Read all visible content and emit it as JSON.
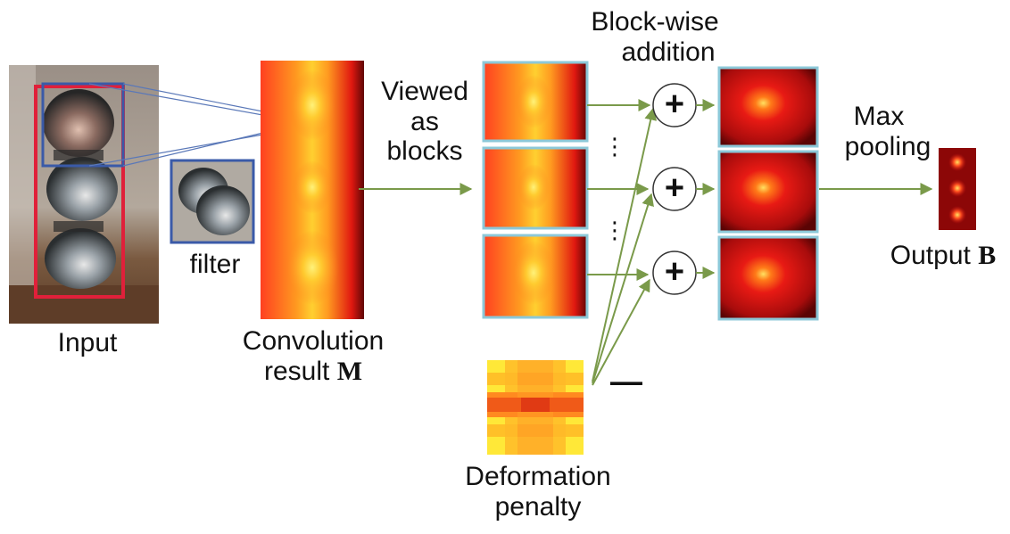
{
  "labels": {
    "input": "Input",
    "filter": "filter",
    "convolution_line1": "Convolution",
    "convolution_line2": "result",
    "convolution_symbol": "M",
    "viewed_line1": "Viewed",
    "viewed_line2": "as",
    "viewed_line3": "blocks",
    "blockwise_line1": "Block-wise",
    "blockwise_line2": "addition",
    "maxpool_line1": "Max",
    "maxpool_line2": "pooling",
    "output_prefix": "Output",
    "output_symbol": "B",
    "deformation_line1": "Deformation",
    "deformation_line2": "penalty",
    "plus": "+",
    "minus": "—",
    "ellipsis": "⋮"
  },
  "colors": {
    "arrow": "#7a9a4a",
    "frame_blue": "#3a5aa8",
    "frame_red": "#e0203a",
    "block_border": "#8cc8d8",
    "heat_dark": "#7a0808",
    "heat_red": "#e81a14",
    "heat_orange": "#ff7a10",
    "heat_yellow": "#ffe830"
  },
  "icons": [
    "plus-circle-icon",
    "minus-icon",
    "vertical-ellipsis-icon",
    "arrow-icon"
  ]
}
